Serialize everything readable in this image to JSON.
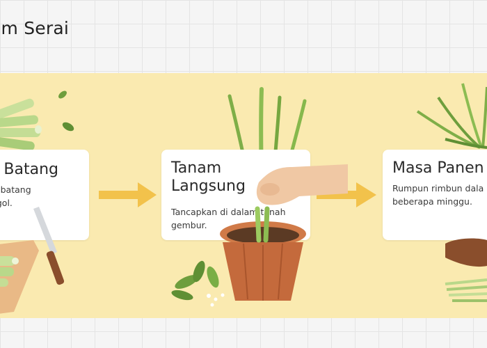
{
  "header": {
    "title": "am Serai"
  },
  "steps": [
    {
      "title": "an Batang",
      "desc": [
        "isa batang",
        "nggol."
      ]
    },
    {
      "title": "Tanam\nLangsung",
      "title_lines": [
        "Tanam",
        "Langsung"
      ],
      "desc": "Tancapkan di dalam tanah gembur."
    },
    {
      "title": "Masa Panen",
      "desc": [
        "Rumpun rimbun dala",
        "beberapa minggu."
      ]
    }
  ],
  "colors": {
    "band": "#faeab0",
    "arrow": "#f2c24b",
    "stalk": "#b9d98a",
    "leaf": "#6e9e3d",
    "pot": "#c46a3c",
    "soil": "#5b3a24",
    "board": "#e9b986"
  },
  "icons": [
    "arrow-right-icon",
    "knife-icon",
    "cutting-board-icon",
    "hand-icon",
    "pot-icon",
    "leaf-icon"
  ]
}
